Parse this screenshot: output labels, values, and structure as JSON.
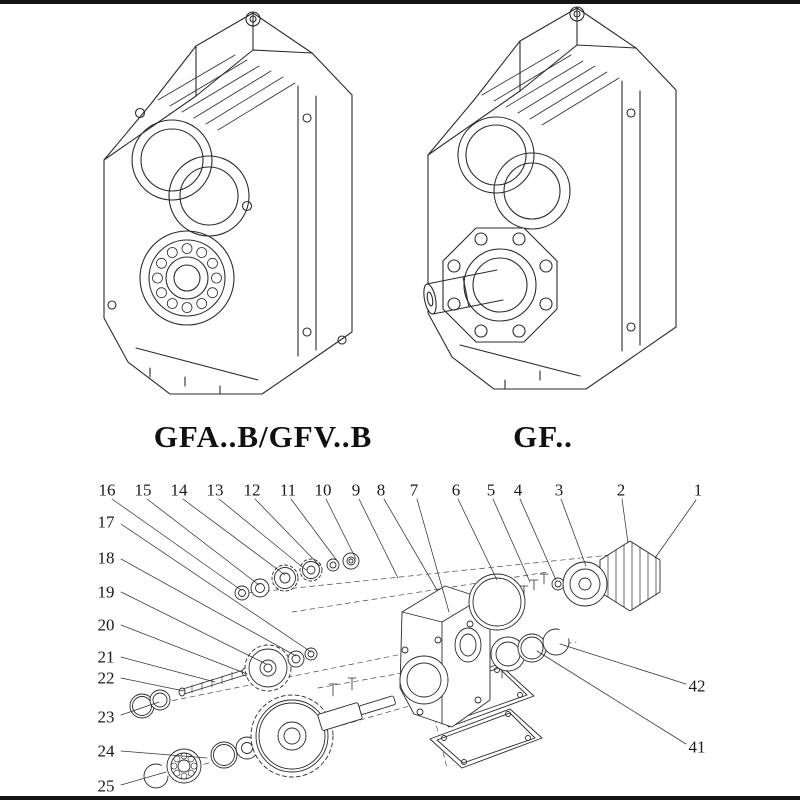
{
  "colors": {
    "ink": "#2b2b2b",
    "background": "#ffffff"
  },
  "figures": {
    "left_label": "GFA..B/GFV..B",
    "right_label": "GF.."
  },
  "exploded": {
    "top_numbers": [
      "16",
      "15",
      "14",
      "13",
      "12",
      "11",
      "10",
      "9",
      "8",
      "7",
      "6",
      "5",
      "4",
      "3",
      "2",
      "1"
    ],
    "left_numbers": [
      "17",
      "18",
      "19",
      "20",
      "21",
      "22",
      "23",
      "24",
      "25"
    ],
    "right_numbers": [
      "42",
      "41"
    ]
  }
}
